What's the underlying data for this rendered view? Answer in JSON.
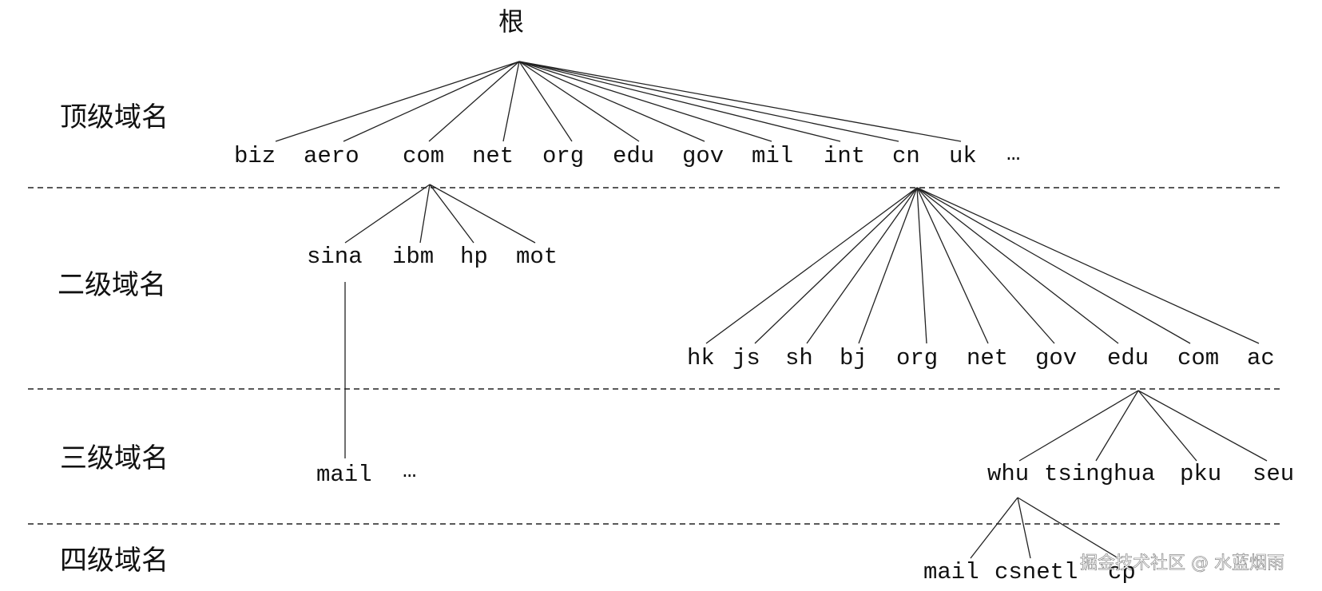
{
  "root_label": "根",
  "level_labels": [
    "顶级域名",
    "二级域名",
    "三级域名",
    "四级域名"
  ],
  "tld": {
    "items": [
      "biz",
      "aero",
      "com",
      "net",
      "org",
      "edu",
      "gov",
      "mil",
      "int",
      "cn",
      "uk"
    ],
    "ellipsis": "…"
  },
  "second_com": [
    "sina",
    "ibm",
    "hp",
    "mot"
  ],
  "second_cn": [
    "hk",
    "js",
    "sh",
    "bj",
    "org",
    "net",
    "gov",
    "edu",
    "com",
    "ac"
  ],
  "third": {
    "sina_child": "mail",
    "ellipsis": "…",
    "edu_children": [
      "whu",
      "tsinghua",
      "pku",
      "seu"
    ]
  },
  "fourth_whu": [
    "mail",
    "csnetl",
    "cp"
  ],
  "watermark": "掘金技术社区 @ 水蓝烟雨"
}
